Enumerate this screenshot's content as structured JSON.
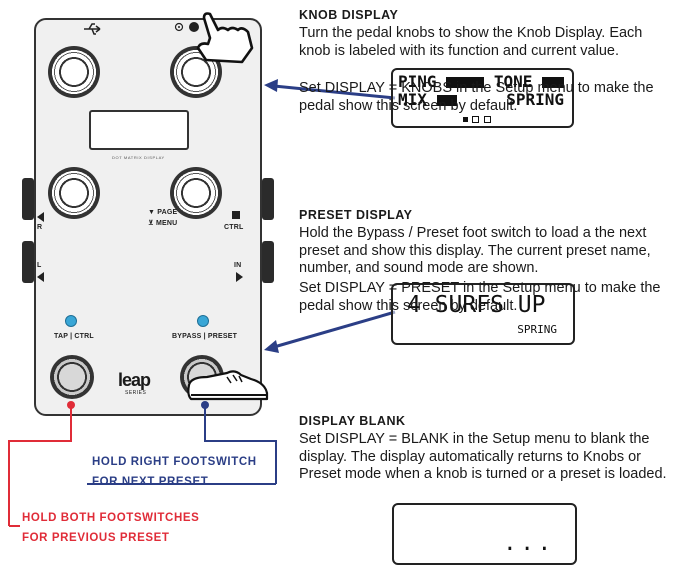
{
  "pedal": {
    "labels": {
      "page_line1": "PAGE",
      "page_line2": "MENU",
      "jack_r": "R",
      "jack_l": "L",
      "jack_ctrl": "CTRL",
      "jack_in": "IN",
      "tap_ctrl": "TAP | CTRL",
      "bypass_preset": "BYPASS | PRESET",
      "dot_matrix": "DOT MATRIX DISPLAY",
      "logo": "leap",
      "logo_sub": "SERIES"
    }
  },
  "knob_display": {
    "title": "KNOB DISPLAY",
    "body": "Turn the pedal knobs to show the Knob Display. Each knob is labeled with its function and current value.",
    "setting": "Set DISPLAY = KNOBS in the Setup menu to make the pedal show this screen by default.",
    "lcd": {
      "p1_label": "PING",
      "p2_label": "TONE",
      "p3_label": "MIX",
      "mode": "SPRING"
    }
  },
  "preset_display": {
    "title": "PRESET DISPLAY",
    "body": "Hold the Bypass / Preset foot switch to load a the next preset and show this display.  The current preset name, number, and sound mode are shown.",
    "setting": "Set DISPLAY = PRESET in the Setup menu to make the pedal show this screen by default.",
    "lcd": {
      "preset_name": "4 SURFS UP",
      "mode": "SPRING"
    }
  },
  "display_blank": {
    "title": "DISPLAY BLANK",
    "body": "Set DISPLAY = BLANK in the Setup menu to blank the display.  The display automatically returns to Knobs or Preset mode when a knob is turned or a preset is loaded.",
    "lcd": {
      "text": "..."
    }
  },
  "instructions": {
    "right_line1": "HOLD RIGHT FOOTSWITCH",
    "right_line2": "FOR NEXT PRESET",
    "both_line1": "HOLD BOTH FOOTSWITCHES",
    "both_line2": "FOR PREVIOUS PRESET"
  },
  "colors": {
    "blue": "#2b3e86",
    "red": "#e02c38",
    "led": "#39a6d6"
  }
}
